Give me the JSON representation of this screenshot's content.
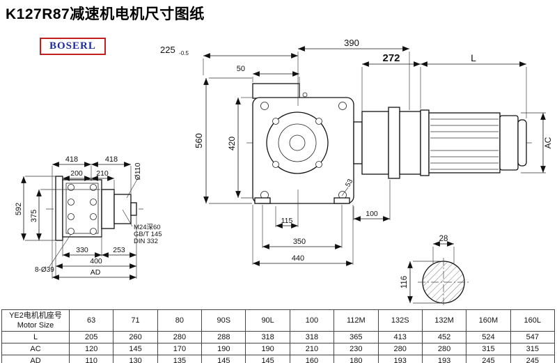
{
  "page": {
    "title": "K127R87减速机电机尺寸图纸",
    "logo": "BOSERL"
  },
  "views": {
    "front": {
      "dim_418_left": "418",
      "dim_418_right": "418",
      "dim_200": "200",
      "dim_210": "210",
      "dim_592": "592",
      "dim_375": "375",
      "dim_bore": "Ø110",
      "dim_330": "330",
      "dim_253": "253",
      "dim_400": "400",
      "dim_AD": "AD",
      "holes_note": "8-Ø39",
      "thread_note_line1": "M24深60",
      "thread_note_line2": "GB/T 145",
      "thread_note_line3": "DIN 332"
    },
    "side": {
      "dim_225": "225",
      "dim_225_tol": "-0.5",
      "dim_390": "390",
      "dim_50": "50",
      "dim_560": "560",
      "dim_420": "420",
      "dim_53": "53",
      "dim_115": "115",
      "dim_100": "100",
      "dim_350": "350",
      "dim_440": "440"
    },
    "motor": {
      "dim_272": "272",
      "dim_L": "L",
      "dim_AC": "AC"
    },
    "shaft_section": {
      "dim_28": "28",
      "dim_116": "116"
    }
  },
  "table": {
    "row_label_line1": "YE2电机机座号",
    "row_label_line2": "Motor Size",
    "columns": [
      "63",
      "71",
      "80",
      "90S",
      "90L",
      "100",
      "112M",
      "132S",
      "132M",
      "160M",
      "160L"
    ],
    "rows": [
      {
        "label": "L",
        "values": [
          "205",
          "260",
          "280",
          "288",
          "318",
          "318",
          "365",
          "413",
          "452",
          "524",
          "547"
        ]
      },
      {
        "label": "AC",
        "values": [
          "120",
          "145",
          "170",
          "190",
          "190",
          "210",
          "230",
          "280",
          "280",
          "315",
          "315"
        ]
      },
      {
        "label": "AD",
        "values": [
          "110",
          "130",
          "135",
          "145",
          "145",
          "160",
          "180",
          "193",
          "193",
          "245",
          "245"
        ]
      }
    ]
  }
}
